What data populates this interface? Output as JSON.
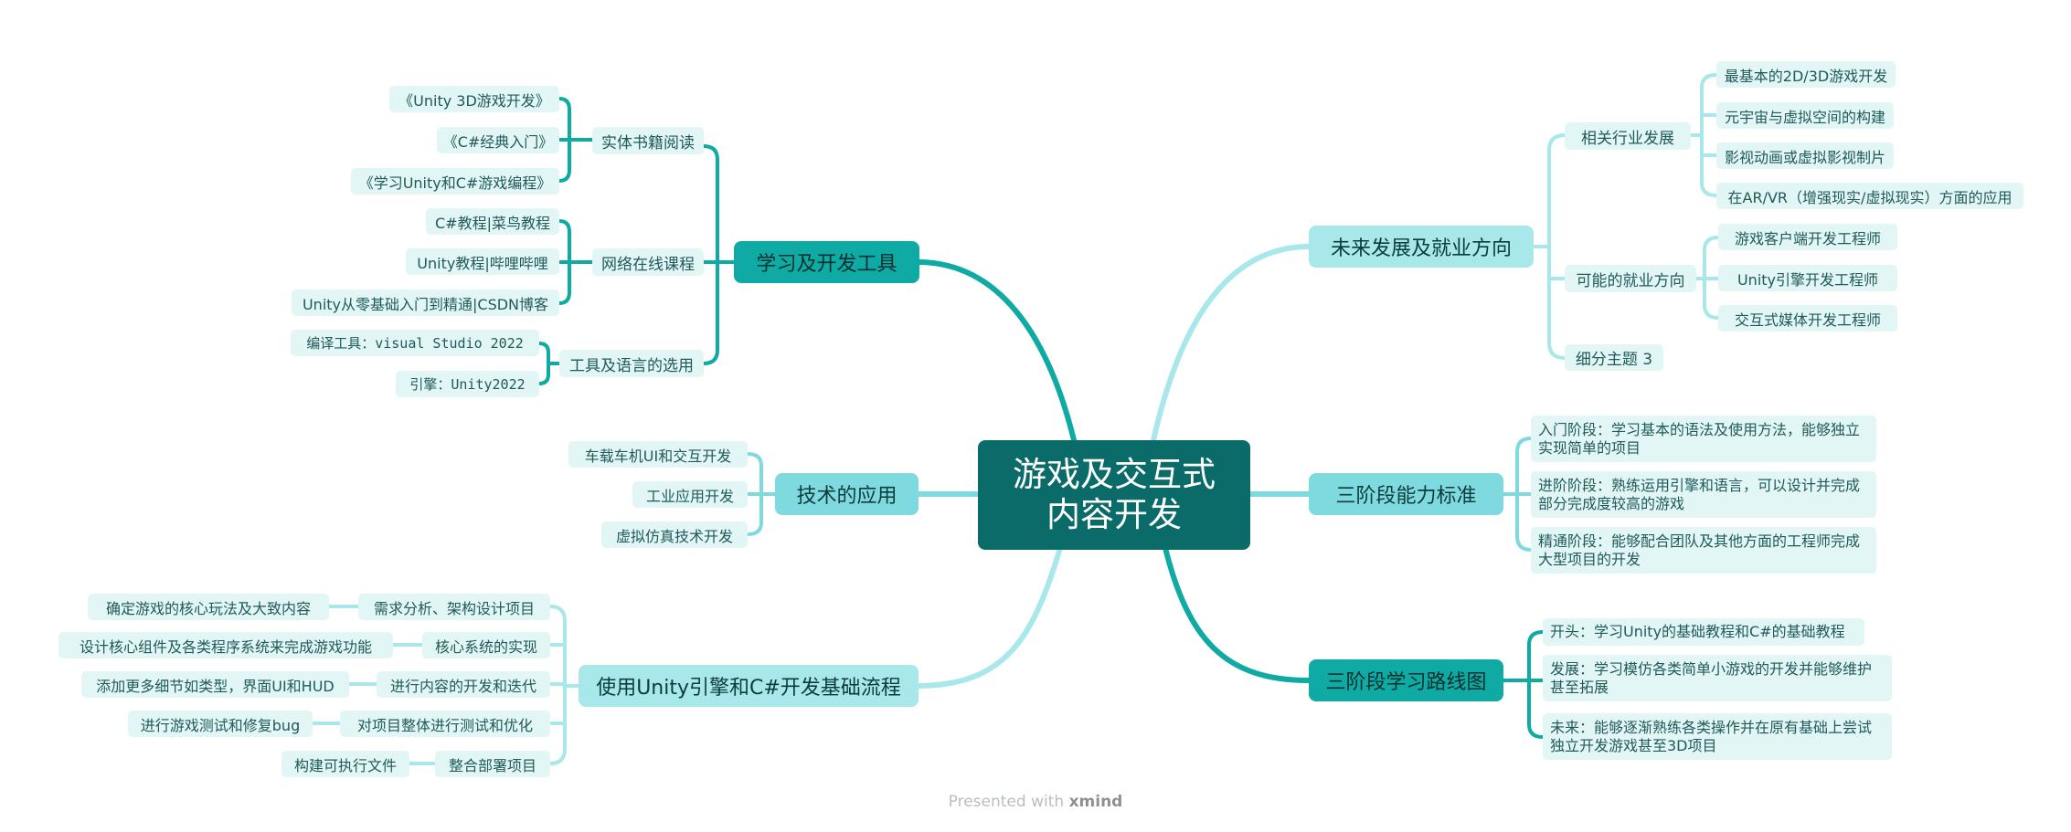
{
  "center": {
    "line1": "游戏及交互式",
    "line2": "内容开发"
  },
  "left": {
    "tools": {
      "title": "学习及开发工具",
      "books": {
        "label": "实体书籍阅读",
        "items": [
          "《Unity 3D游戏开发》",
          "《C#经典入门》",
          "《学习Unity和C#游戏编程》"
        ]
      },
      "online": {
        "label": "网络在线课程",
        "items": [
          "C#教程|菜鸟教程",
          "Unity教程|哔哩哔哩",
          "Unity从零基础入门到精通|CSDN博客"
        ]
      },
      "langs": {
        "label": "工具及语言的选用",
        "items": [
          "编译工具：visual Studio 2022",
          "引擎：Unity2022"
        ]
      }
    },
    "apps": {
      "title": "技术的应用",
      "items": [
        "车载车机UI和交互开发",
        "工业应用开发",
        "虚拟仿真技术开发"
      ]
    },
    "flow": {
      "title": "使用Unity引擎和C#开发基础流程",
      "steps": [
        {
          "label": "需求分析、架构设计项目",
          "detail": "确定游戏的核心玩法及大致内容"
        },
        {
          "label": "核心系统的实现",
          "detail": "设计核心组件及各类程序系统来完成游戏功能"
        },
        {
          "label": "进行内容的开发和迭代",
          "detail": "添加更多细节如类型，界面UI和HUD"
        },
        {
          "label": "对项目整体进行测试和优化",
          "detail": "进行游戏测试和修复bug"
        },
        {
          "label": "整合部署项目",
          "detail": "构建可执行文件"
        }
      ]
    }
  },
  "right": {
    "future": {
      "title": "未来发展及就业方向",
      "industry": {
        "label": "相关行业发展",
        "items": [
          "最基本的2D/3D游戏开发",
          "元宇宙与虚拟空间的构建",
          "影视动画或虚拟影视制片",
          "在AR/VR（增强现实/虚拟现实）方面的应用"
        ]
      },
      "jobs": {
        "label": "可能的就业方向",
        "items": [
          "游戏客户端开发工程师",
          "Unity引擎开发工程师",
          "交互式媒体开发工程师"
        ]
      },
      "extra": "细分主题 3"
    },
    "ability": {
      "title": "三阶段能力标准",
      "items": [
        "入门阶段：学习基本的语法及使用方法，能够独立实现简单的项目",
        "进阶阶段：熟练运用引擎和语言，可以设计并完成部分完成度较高的游戏",
        "精通阶段：能够配合团队及其他方面的工程师完成大型项目的开发"
      ]
    },
    "route": {
      "title": "三阶段学习路线图",
      "items": [
        "开头：学习Unity的基础教程和C#的基础教程",
        "发展：学习模仿各类简单小游戏的开发并能够维护甚至拓展",
        "未来：能够逐渐熟练各类操作并在原有基础上尝试独立开发游戏甚至3D项目"
      ]
    }
  },
  "footer": {
    "prefix": "Presented with",
    "brand": "xmind"
  },
  "colors": {
    "center": "#0b6b68",
    "branch_dark": "#0faaa3",
    "branch_light": "#a8e7ea",
    "leaf_bg": "#e1f6f5"
  }
}
